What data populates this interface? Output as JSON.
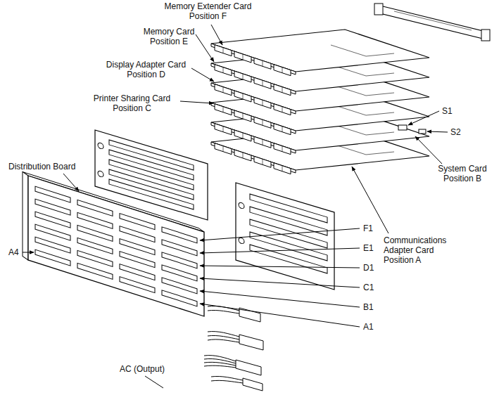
{
  "diagram": {
    "labels": [
      "Memory Extender Card Position F",
      "Memory Card Position E",
      "Display Adapter Card Position D",
      "Printer Sharing Card Position C",
      "S1",
      "S2",
      "System Card Position B",
      "Distribution Board",
      "A4",
      "F1",
      "E1",
      "D1",
      "C1",
      "B1",
      "A1",
      "Communications Adapter Card Position A",
      "AC (Output)"
    ]
  }
}
